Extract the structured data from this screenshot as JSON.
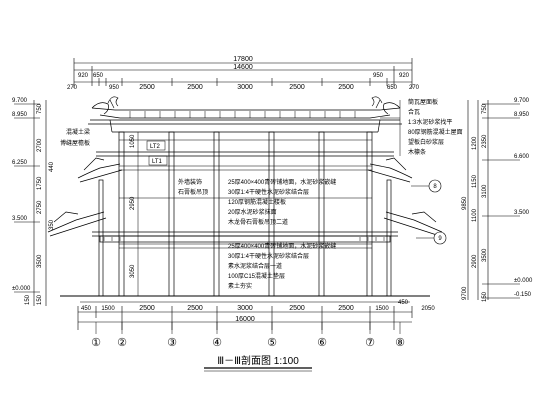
{
  "title": "Ⅲ－Ⅲ剖面图 1:100",
  "top_dims": {
    "overall": "17800",
    "second": "14600",
    "row3": [
      "920",
      "650",
      "950",
      "2500",
      "2500",
      "3000",
      "2500",
      "2500",
      "950",
      "650",
      "920"
    ],
    "row3_small_left": "270",
    "row3_small_right": "270"
  },
  "bottom_dims": {
    "segments": [
      "450",
      "1500",
      "2500",
      "2500",
      "3000",
      "2500",
      "2500",
      "1500",
      "450"
    ],
    "overall": "16000",
    "right_extra": "2050"
  },
  "axes": [
    "①",
    "②",
    "③",
    "④",
    "⑤",
    "⑥",
    "⑦",
    "⑧"
  ],
  "left_elevations": [
    "9.700",
    "8.950",
    "6.250",
    "3.500",
    "±0.000"
  ],
  "left_dims": [
    "750",
    "2700",
    "1750",
    "2750",
    "3500",
    "150",
    "440",
    "350",
    "150"
  ],
  "right_elevations": [
    "9.700",
    "8.950",
    "6.600",
    "3.500",
    "±0.000",
    "-0.150"
  ],
  "right_dims": [
    "750",
    "2350",
    "3100",
    "3500",
    "150",
    "1200",
    "1150",
    "1100",
    "2900",
    "9850",
    "9700"
  ],
  "inner_dims": [
    "1050",
    "2950",
    "3050",
    "LT2",
    "LT1"
  ],
  "roof_notes": [
    "筒瓦屋面板",
    "合瓦",
    "1:3水泥砂浆找平",
    "80厚钢筋混凝土屋面",
    "望板白砂浆层",
    "木檩条"
  ],
  "left_notes": [
    "混凝土梁",
    "博缝屋檐板"
  ],
  "mid_notes": [
    "外墙装饰",
    "石膏板吊顶"
  ],
  "floor_notes_upper": [
    "25厚400×400青砖铺地面，水泥砂浆嵌缝",
    "30厚1:4干硬性水泥砂浆结合层",
    "120厚钢筋混凝土楼板",
    "20厚水泥砂浆抹面",
    "木龙骨石膏板吊顶二道"
  ],
  "floor_notes_lower": [
    "25厚400×400青砖铺地面，水泥砂浆嵌缝",
    "30厚1:4干硬性水泥砂浆结合层",
    "素水泥浆结合层一道",
    "100厚C15混凝土垫层",
    "素土夯实"
  ],
  "callouts": [
    "8",
    "9"
  ]
}
